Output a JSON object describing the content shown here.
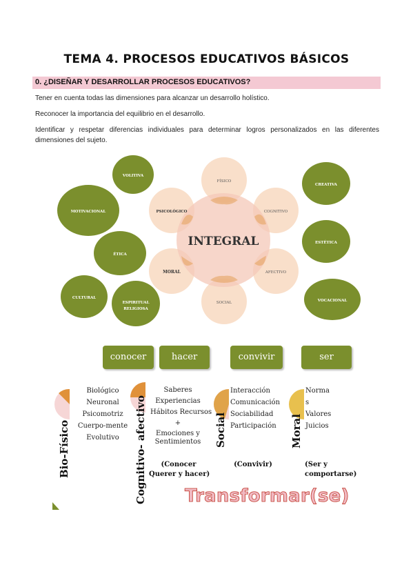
{
  "title": "TEMA 4. PROCESOS EDUCATIVOS BÁSICOS",
  "section": {
    "heading": "0. ¿DISEÑAR Y DESARROLLAR PROCESOS EDUCATIVOS?",
    "paragraphs": [
      "Tener en cuenta todas las dimensiones para alcanzar un desarrollo holístico.",
      "Reconocer la importancia del equilibrio en el desarrollo.",
      "Identificar y respetar diferencias individuales para determinar logros personalizados en las diferentes dimensiones del sujeto."
    ]
  },
  "diagram": {
    "center": "INTEGRAL",
    "inner": {
      "fisico": "FÍSICO",
      "cognitivo": "COGNITIVO",
      "afectivo": "AFECTIVO",
      "social": "SOCIAL",
      "moral": "MORAL",
      "psicologico": "PSICOLÓGICO"
    },
    "outer_left": {
      "volitiva": "VOLITIVA",
      "motivacional": "MOTIVACIONAL",
      "etica": "ÉTICA",
      "cultural": "CULTURAL",
      "espiritual_1": "ESPIRITUAL",
      "espiritual_2": "RELIGIOSA"
    },
    "outer_right": {
      "creativa": "CREATIVA",
      "estetica": "ESTÉTICA",
      "vocacional": "VOCACIONAL"
    },
    "colors": {
      "green": "#7b8f2d",
      "peach": "#f8dcc6",
      "orange": "#e0913a"
    }
  },
  "boxes": [
    "conocer",
    "hacer",
    "convivir",
    "ser"
  ],
  "dimensions": {
    "bio": {
      "label": "Bio-Físico",
      "items": [
        "Biológico",
        "Neuronal",
        "Psicomotriz",
        "Cuerpo-mente",
        "Evolutivo"
      ]
    },
    "cog": {
      "label": "Cognitivo- afectivo",
      "items": [
        "Saberes",
        "Experiencias",
        "Hábitos Recursos",
        "+",
        "Emociones y",
        "Sentimientos"
      ],
      "note": [
        "(Conocer",
        "Querer y hacer)"
      ]
    },
    "soc": {
      "label": "Social",
      "items": [
        "Interacción",
        "Comunicación",
        "Sociabilidad",
        "Participación"
      ],
      "note": [
        "(Convivir)"
      ]
    },
    "mor": {
      "label": "Moral",
      "items": [
        "Norma",
        "s",
        "Valores",
        "Juicios"
      ],
      "note": [
        "(Ser y",
        "comportarse)"
      ]
    }
  },
  "footer": "Transformar(se)"
}
